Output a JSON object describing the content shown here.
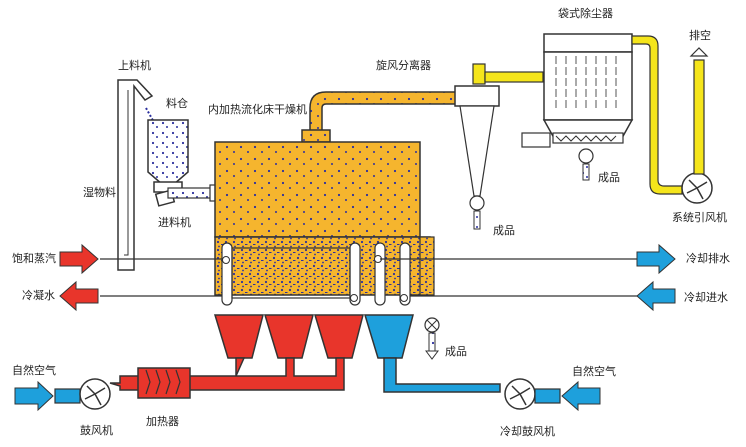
{
  "title": "内加热流化床干燥机 工艺流程图",
  "colors": {
    "material": "#F5B52E",
    "steam": "#E8352B",
    "cooling": "#1EA0DC",
    "exhaust": "#F5E51B",
    "particle": "#2B2F9E",
    "outline": "#333333"
  },
  "labels": {
    "loader": "上料机",
    "hopper": "料仓",
    "wet_material": "湿物料",
    "feeder": "进料机",
    "dryer": "内加热流化床干燥机",
    "cyclone": "旋风分离器",
    "bag_filter": "袋式除尘器",
    "vent": "排空",
    "induced_fan": "系统引风机",
    "product_cyclone": "成品",
    "product_bag": "成品",
    "product_dryer": "成品",
    "steam_in": "饱和蒸汽",
    "condensate": "冷凝水",
    "cooling_out": "冷却排水",
    "cooling_in": "冷却进水",
    "air_left": "自然空气",
    "air_right": "自然空气",
    "blower": "鼓风机",
    "heater": "加热器",
    "cooling_blower": "冷却鼓风机"
  }
}
